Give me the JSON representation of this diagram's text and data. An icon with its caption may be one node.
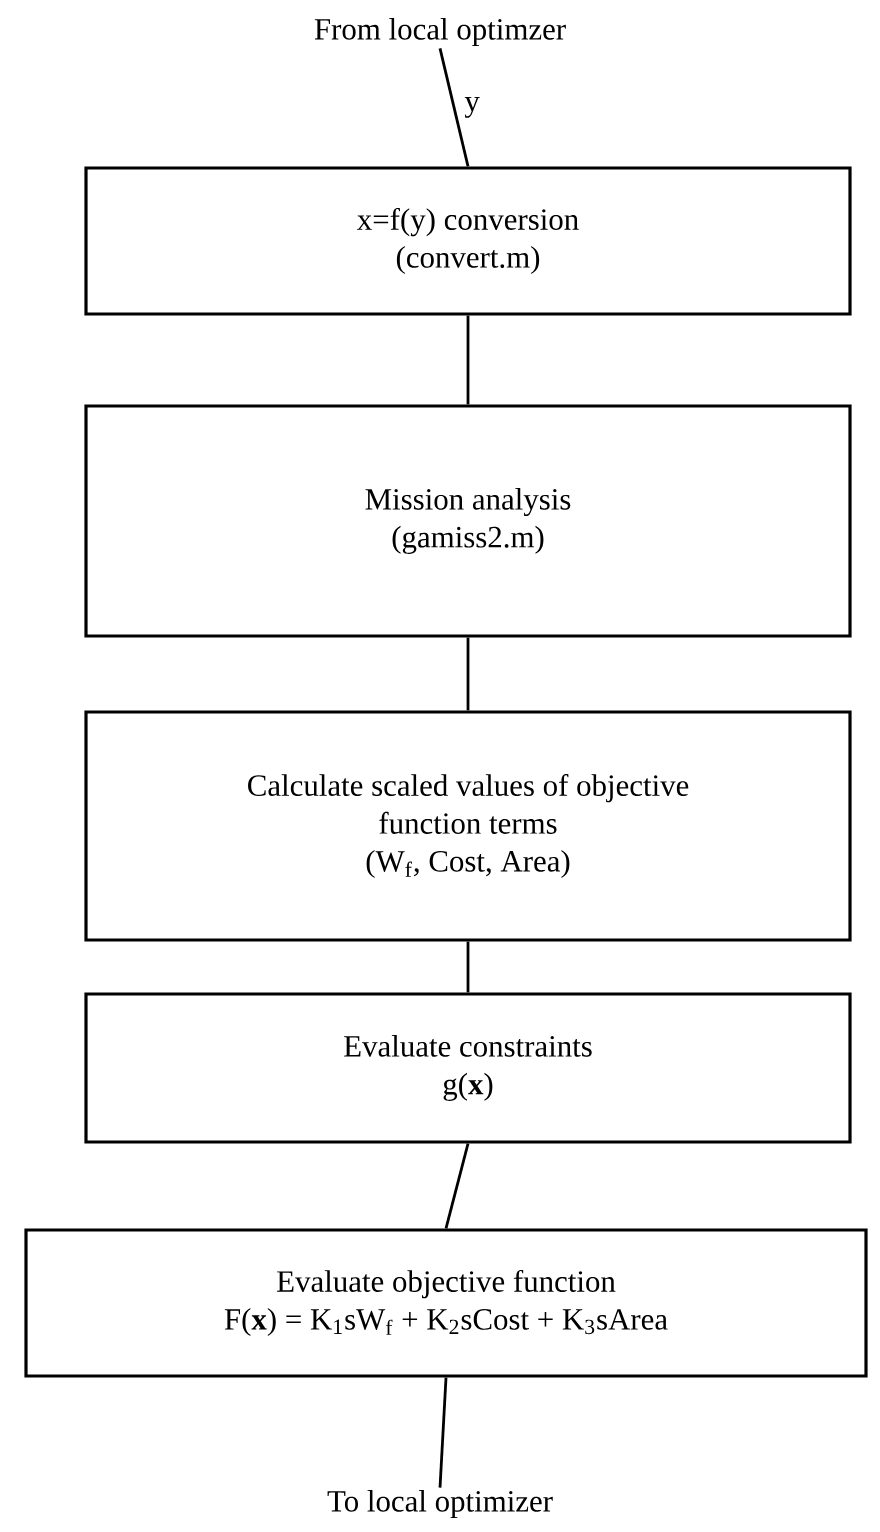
{
  "diagram": {
    "nodes": [
      {
        "text": [
          "From local optimzer"
        ]
      },
      {
        "text": [
          "x=f(y) conversion",
          "(convert.m)"
        ]
      },
      {
        "text": [
          "Mission analysis",
          "(gamiss2.m)"
        ]
      },
      {
        "text": [
          "Calculate scaled values of objective function terms",
          "(W$_{f}$, Cost, Area)"
        ]
      },
      {
        "text": [
          "Evaluate constraints",
          "g(**x**)"
        ]
      },
      {
        "text": [
          "Evaluate objective function",
          "F(**x**) = K$_{1}$sW$_{f}$ + K$_{2}$sCost + K$_{3}$sArea"
        ]
      },
      {
        "text": [
          "To local optimizer"
        ]
      }
    ],
    "edges": [
      {
        "from": 0,
        "to": 1,
        "arrow": "none",
        "label": "y"
      },
      {
        "from": 1,
        "to": 2,
        "arrow": "none"
      },
      {
        "from": 2,
        "to": 3,
        "arrow": "none"
      },
      {
        "from": 3,
        "to": 4,
        "arrow": "none"
      },
      {
        "from": 4,
        "to": 5,
        "arrow": "none"
      },
      {
        "from": 5,
        "to": 6,
        "arrow": "none"
      }
    ]
  }
}
